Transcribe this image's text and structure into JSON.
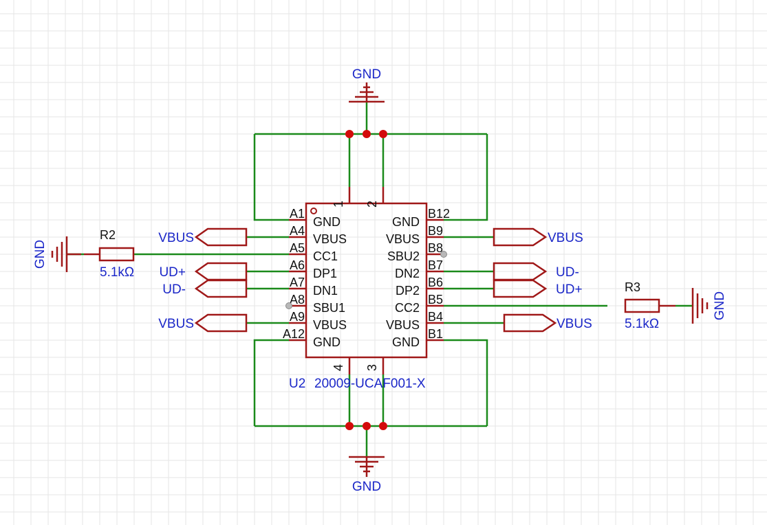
{
  "colors": {
    "grid": "#e6e6e6",
    "wire": "#1a8a1a",
    "component": "#a01818",
    "label": "#1b27c8",
    "pin_text": "#111111",
    "junction": "#d30b0b"
  },
  "icons": [
    "ground-symbol-icon",
    "net-port-icon",
    "resistor-icon",
    "junction-dot-icon",
    "no-connect-pin-icon"
  ],
  "u2": {
    "designator": "U2",
    "part": "20009-UCAF001-X",
    "left_pins": [
      {
        "num": "A1",
        "name": "GND"
      },
      {
        "num": "A4",
        "name": "VBUS"
      },
      {
        "num": "A5",
        "name": "CC1"
      },
      {
        "num": "A6",
        "name": "DP1"
      },
      {
        "num": "A7",
        "name": "DN1"
      },
      {
        "num": "A8",
        "name": "SBU1"
      },
      {
        "num": "A9",
        "name": "VBUS"
      },
      {
        "num": "A12",
        "name": "GND"
      }
    ],
    "right_pins": [
      {
        "num": "B12",
        "name": "GND"
      },
      {
        "num": "B9",
        "name": "VBUS"
      },
      {
        "num": "B8",
        "name": "SBU2"
      },
      {
        "num": "B7",
        "name": "DN2"
      },
      {
        "num": "B6",
        "name": "DP2"
      },
      {
        "num": "B5",
        "name": "CC2"
      },
      {
        "num": "B4",
        "name": "VBUS"
      },
      {
        "num": "B1",
        "name": "GND"
      }
    ],
    "top_pins": [
      "1",
      "2"
    ],
    "bottom_pins": [
      "4",
      "3"
    ]
  },
  "r2": {
    "designator": "R2",
    "value": "5.1kΩ"
  },
  "r3": {
    "designator": "R3",
    "value": "5.1kΩ"
  },
  "nets": {
    "gnd_top": "GND",
    "gnd_bottom": "GND",
    "gnd_left": "GND",
    "gnd_right": "GND",
    "vbus_a4": "VBUS",
    "vbus_a9": "VBUS",
    "vbus_b9": "VBUS",
    "vbus_b4": "VBUS",
    "udp_left": "UD+",
    "udm_left": "UD-",
    "udm_right": "UD-",
    "udp_right": "UD+"
  }
}
